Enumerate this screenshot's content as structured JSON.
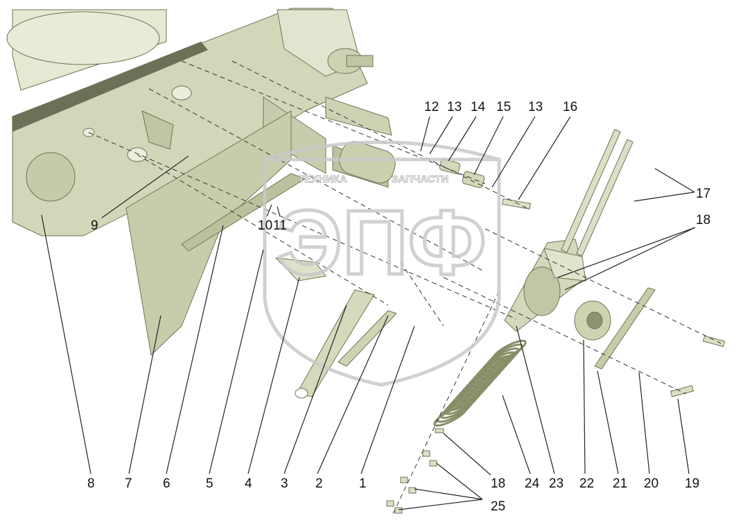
{
  "watermark": {
    "brand_left": "ТЕХНИКА",
    "brand_right": "ЗАПЧАСТИ",
    "big_text": "ЭПФ"
  },
  "callouts": [
    {
      "id": "1",
      "text": "1"
    },
    {
      "id": "2",
      "text": "2"
    },
    {
      "id": "3",
      "text": "3"
    },
    {
      "id": "4",
      "text": "4"
    },
    {
      "id": "5",
      "text": "5"
    },
    {
      "id": "6",
      "text": "6"
    },
    {
      "id": "7",
      "text": "7"
    },
    {
      "id": "8",
      "text": "8"
    },
    {
      "id": "9",
      "text": "9"
    },
    {
      "id": "10",
      "text": "10"
    },
    {
      "id": "11",
      "text": "11"
    },
    {
      "id": "12",
      "text": "12"
    },
    {
      "id": "13a",
      "text": "13"
    },
    {
      "id": "14",
      "text": "14"
    },
    {
      "id": "15",
      "text": "15"
    },
    {
      "id": "13b",
      "text": "13"
    },
    {
      "id": "16",
      "text": "16"
    },
    {
      "id": "17",
      "text": "17"
    },
    {
      "id": "18a",
      "text": "18"
    },
    {
      "id": "18b",
      "text": "18"
    },
    {
      "id": "19",
      "text": "19"
    },
    {
      "id": "20",
      "text": "20"
    },
    {
      "id": "21",
      "text": "21"
    },
    {
      "id": "22",
      "text": "22"
    },
    {
      "id": "23",
      "text": "23"
    },
    {
      "id": "24",
      "text": "24"
    },
    {
      "id": "25",
      "text": "25"
    }
  ],
  "colors": {
    "part_fill": "#d9dcc0",
    "part_shade": "#b9bd9c",
    "part_light": "#eceedd",
    "watermark": "#c9c9c9"
  }
}
